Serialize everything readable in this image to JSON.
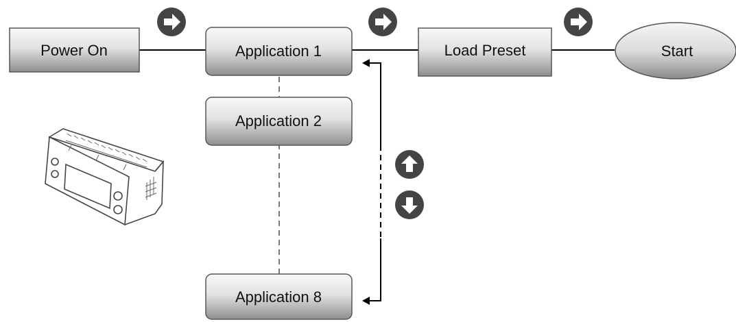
{
  "diagram": {
    "nodes": {
      "power_on": "Power On",
      "application_1": "Application 1",
      "application_2": "Application 2",
      "application_8": "Application 8",
      "load_preset": "Load Preset",
      "start": "Start"
    },
    "icons": {
      "next_1": "arrow-right-icon",
      "next_2": "arrow-right-icon",
      "next_3": "arrow-right-icon",
      "scroll_up": "arrow-up-icon",
      "scroll_down": "arrow-down-icon",
      "device": "controller-device-icon"
    },
    "colors": {
      "box_top": "#f8f8f8",
      "box_bottom": "#8f8f8f",
      "icon_fill": "#444444",
      "connector": "#000000"
    }
  }
}
